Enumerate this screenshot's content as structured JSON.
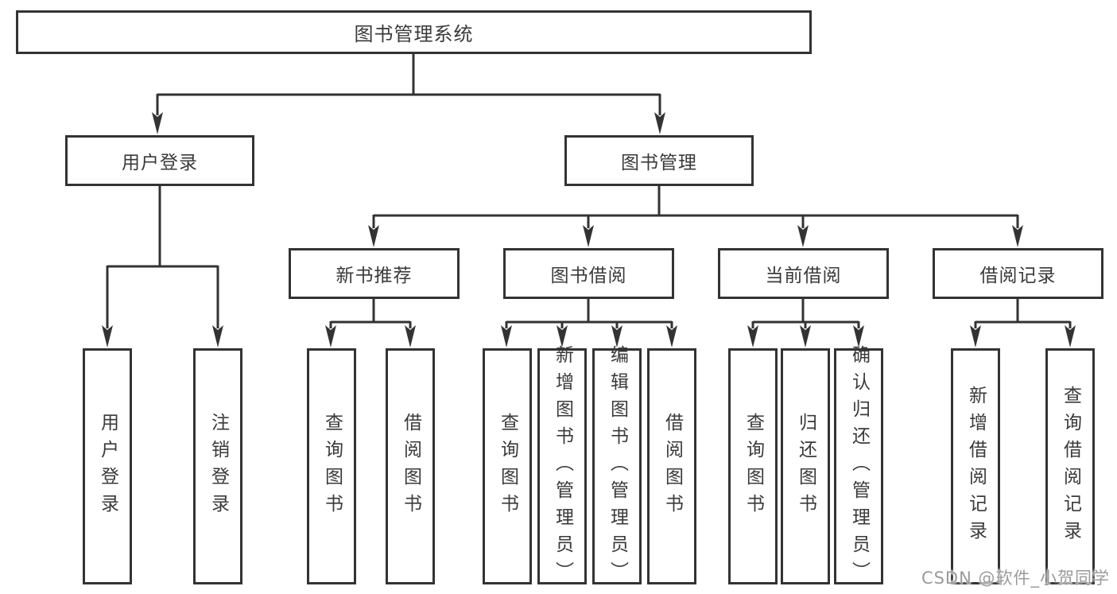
{
  "diagram": {
    "type": "hierarchy-chart",
    "title": "图书管理系统"
  },
  "tree": {
    "root": {
      "label": "图书管理系统"
    },
    "children": [
      {
        "label": "用户登录",
        "children": [
          {
            "label": "用户登录"
          },
          {
            "label": "注销登录"
          }
        ]
      },
      {
        "label": "图书管理",
        "children": [
          {
            "label": "新书推荐",
            "children": [
              {
                "label": "查询图书"
              },
              {
                "label": "借阅图书"
              }
            ]
          },
          {
            "label": "图书借阅",
            "children": [
              {
                "label": "查询图书"
              },
              {
                "label": "新增图书（管理员）"
              },
              {
                "label": "编辑图书（管理员）"
              },
              {
                "label": "借阅图书"
              }
            ]
          },
          {
            "label": "当前借阅",
            "children": [
              {
                "label": "查询图书"
              },
              {
                "label": "归还图书"
              },
              {
                "label": "确认归还（管理员）"
              }
            ]
          },
          {
            "label": "借阅记录",
            "children": [
              {
                "label": "新增借阅记录"
              },
              {
                "label": "查询借阅记录"
              }
            ]
          }
        ]
      }
    ]
  },
  "watermark": {
    "text": "CSDN @软件_小贺同学"
  },
  "colors": {
    "line": "#333333",
    "node_border": "#333333",
    "text": "#3a3a3a",
    "background": "#ffffff",
    "watermark": "#9a9a9a"
  }
}
